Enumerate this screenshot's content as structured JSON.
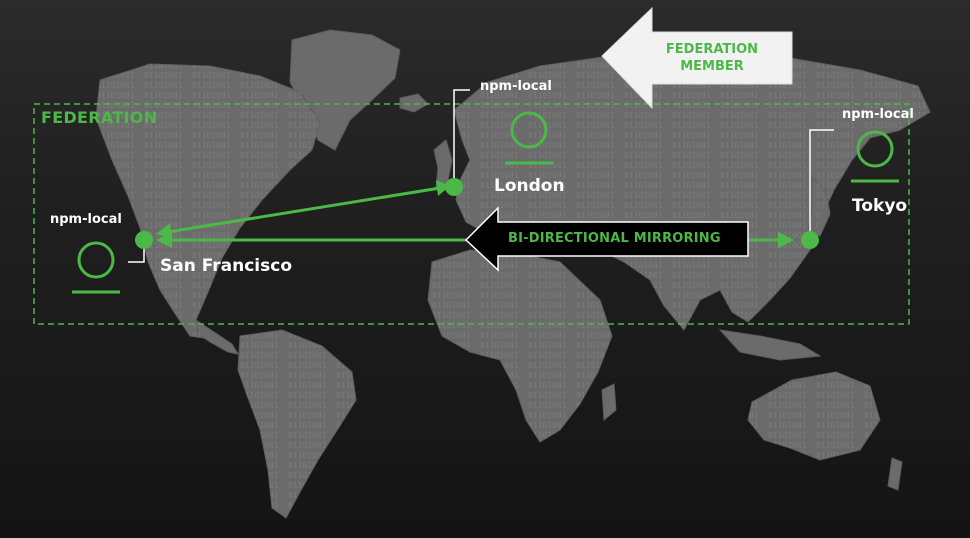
{
  "federation": {
    "label": "FEDERATION"
  },
  "member_callout": {
    "line1": "FEDERATION",
    "line2": "MEMBER"
  },
  "mirroring_callout": {
    "label": "BI-DIRECTIONAL MIRRORING"
  },
  "nodes": [
    {
      "city": "San Francisco",
      "repo": "npm-local"
    },
    {
      "city": "London",
      "repo": "npm-local"
    },
    {
      "city": "Tokyo",
      "repo": "npm-local"
    }
  ],
  "colors": {
    "accent": "#4cb847",
    "land": "#6e6e6e",
    "background": "#1a1a1a",
    "text": "#ffffff",
    "callout_light": "#f2f2f2",
    "callout_dark": "#000000"
  }
}
